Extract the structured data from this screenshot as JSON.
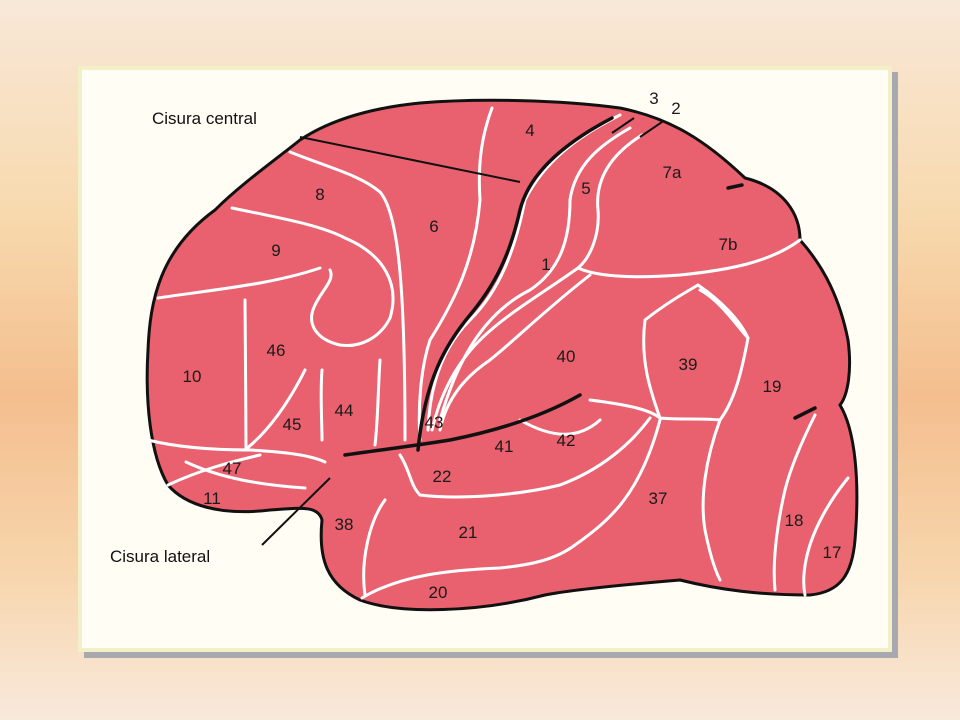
{
  "colors": {
    "cortex": "#e9616f",
    "outline": "#111111",
    "gyri_lines": "#ffffff",
    "frame": "#fffdf4"
  },
  "labels": {
    "central_sulcus": "Cisura central",
    "lateral_sulcus": "Cisura lateral"
  },
  "areas": {
    "a4": "4",
    "a3": "3",
    "a2": "2",
    "a5": "5",
    "a7a": "7a",
    "a7b": "7b",
    "a8": "8",
    "a6": "6",
    "a9": "9",
    "a1": "1",
    "a10": "10",
    "a46": "46",
    "a40": "40",
    "a39": "39",
    "a19": "19",
    "a44": "44",
    "a45": "45",
    "a43": "43",
    "a41": "41",
    "a42": "42",
    "a47": "47",
    "a22": "22",
    "a11": "11",
    "a37": "37",
    "a18": "18",
    "a38": "38",
    "a21": "21",
    "a17": "17",
    "a20": "20"
  }
}
